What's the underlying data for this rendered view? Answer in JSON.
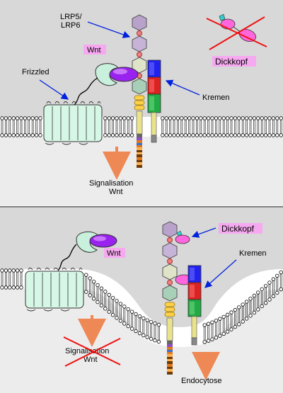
{
  "panel_top": {
    "labels": {
      "lrp_line1": "LRP5/",
      "lrp_line2": "LRP6",
      "wnt": "Wnt",
      "dickkopf": "Dickkopf",
      "frizzled": "Frizzled",
      "kremen": "Kremen",
      "signal_line1": "Signalisation",
      "signal_line2": "Wnt"
    }
  },
  "panel_bottom": {
    "labels": {
      "dickkopf": "Dickkopf",
      "kremen": "Kremen",
      "wnt": "Wnt",
      "signal_line1": "Signalisation",
      "signal_line2": "Wnt",
      "endocytose": "Endocytose"
    }
  },
  "colors": {
    "background_grey": "#d8d8d8",
    "membrane_head": "#ffffff",
    "label_highlight": "#f6a9f0",
    "arrow_blue": "#0022dd",
    "arrow_orange": "#ee8855",
    "cross_red": "#ee1111",
    "wnt_purple": "#9922ee",
    "frizzled_green": "#d6f6e6",
    "dickkopf_pink": "#ff66dd"
  }
}
